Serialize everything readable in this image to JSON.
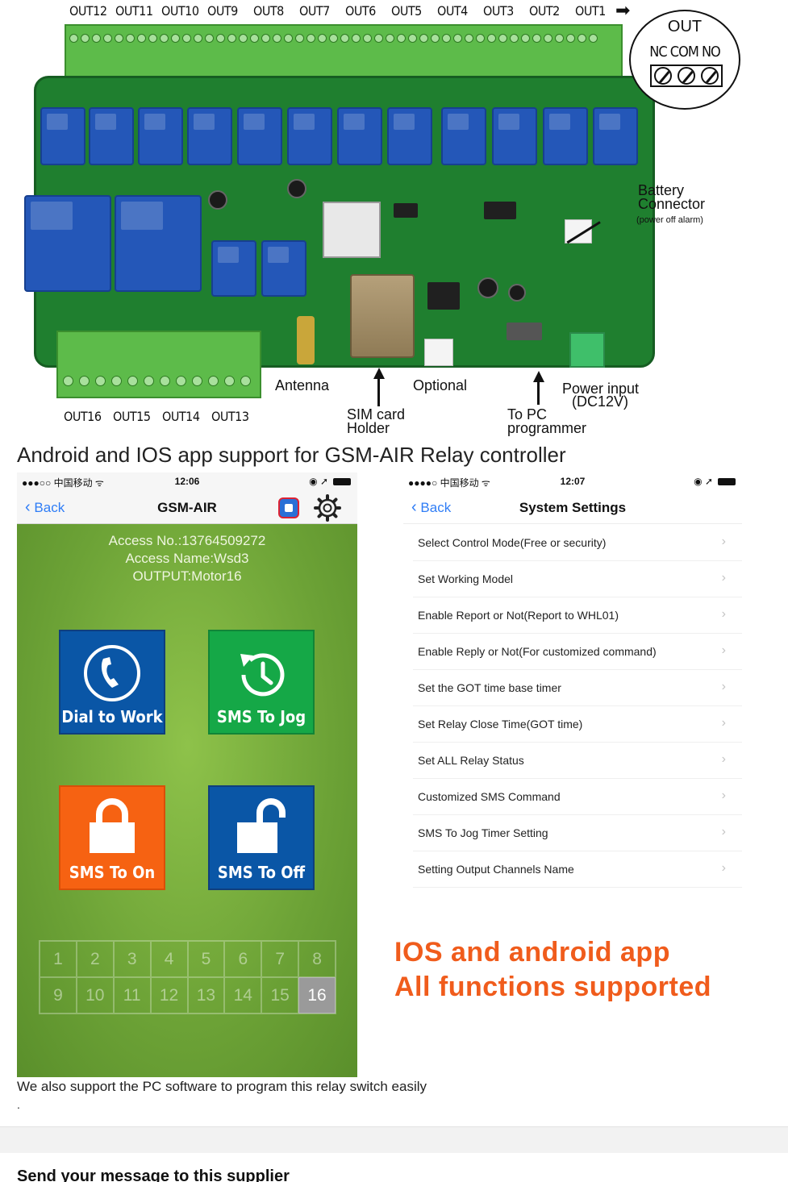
{
  "pcb": {
    "top_outputs": [
      "OUT12",
      "OUT11",
      "OUT10",
      "OUT9",
      "OUT8",
      "OUT7",
      "OUT6",
      "OUT5",
      "OUT4",
      "OUT3",
      "OUT2",
      "OUT1"
    ],
    "bottom_outputs": [
      "OUT16",
      "OUT15",
      "OUT14",
      "OUT13"
    ],
    "out_circle": {
      "title": "OUT",
      "pins": "NC COM NO"
    },
    "battery_label_1": "Battery",
    "battery_label_2": "Connector",
    "battery_note": "(power off alarm)",
    "antenna": "Antenna",
    "optional": "Optional",
    "sim_1": "SIM card",
    "sim_2": "Holder",
    "topc_1": "To PC",
    "topc_2": "programmer",
    "power_1": "Power input",
    "power_2": "(DC12V)"
  },
  "heading": "Android and IOS app support for GSM-AIR Relay controller",
  "left_phone": {
    "carrier": "●●●○○ 中国移动 ᯤ",
    "time": "12:06",
    "back": "Back",
    "title": "GSM-AIR",
    "access_no": "Access No.:13764509272",
    "access_name": "Access Name:Wsd3",
    "output": "OUTPUT:Motor16",
    "tiles": {
      "dial": "Dial to Work",
      "jog": "SMS To Jog",
      "on": "SMS To On",
      "off": "SMS To Off"
    },
    "channels": [
      "1",
      "2",
      "3",
      "4",
      "5",
      "6",
      "7",
      "8",
      "9",
      "10",
      "11",
      "12",
      "13",
      "14",
      "15",
      "16"
    ],
    "active_channel": "16"
  },
  "right_phone": {
    "carrier": "●●●●○ 中国移动 ᯤ",
    "time": "12:07",
    "back": "Back",
    "title": "System Settings",
    "items": [
      "Select Control Mode(Free or security)",
      "Set Working Model",
      "Enable Report or Not(Report to WHL01)",
      "Enable Reply or Not(For customized command)",
      "Set the GOT time base timer",
      "Set Relay Close Time(GOT time)",
      "Set ALL Relay Status",
      "Customized SMS Command",
      "SMS To Jog Timer Setting",
      "Setting Output Channels Name"
    ]
  },
  "promo_1": "IOS and android app",
  "promo_2": "All functions supported",
  "pc_text": "We also support the PC software to program this relay switch easily",
  "dot": ".",
  "supplier_title": "Send your message to this supplier",
  "colors": {
    "ios_blue": "#2f7df6",
    "promo_orange": "#f05c1c",
    "tile_blue": "#0a56a6",
    "tile_green": "#15a847",
    "tile_orange": "#f66212",
    "pcb_green": "#1f7f2f"
  }
}
